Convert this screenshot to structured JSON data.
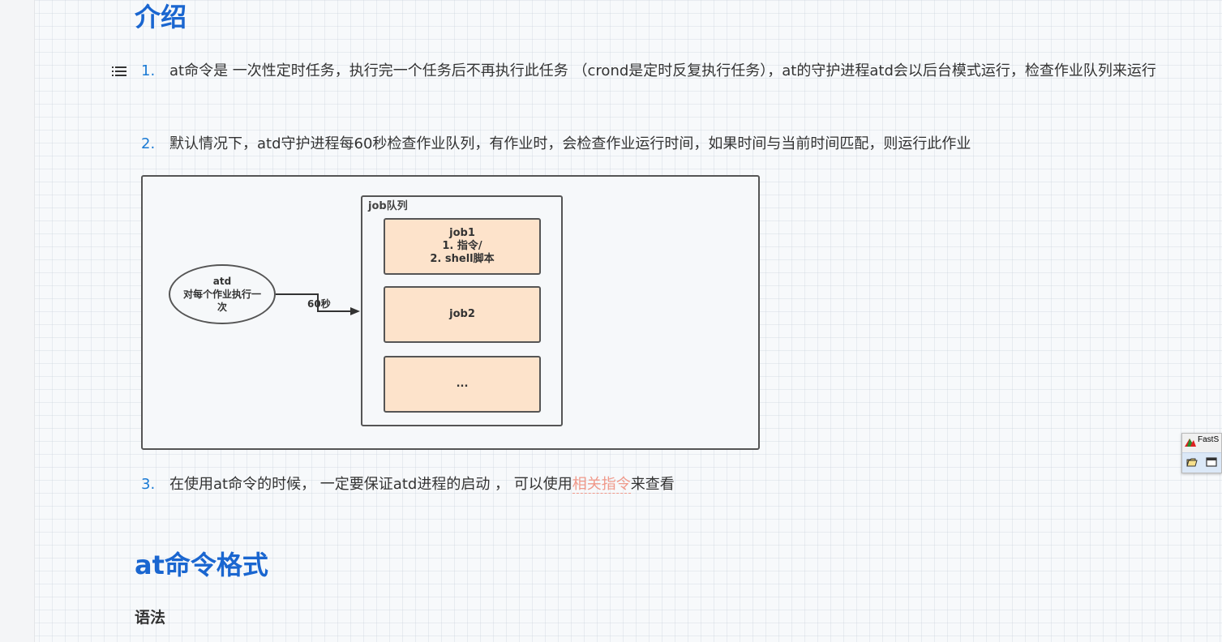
{
  "section1": {
    "title": "介绍"
  },
  "list": [
    {
      "num": "1.",
      "text": "at命令是 一次性定时任务，执行完一个任务后不再执行此任务 （crond是定时反复执行任务），at的守护进程atd会以后台模式运行，检查作业队列来运行"
    },
    {
      "num": "2.",
      "text": "默认情况下，atd守护进程每60秒检查作业队列，有作业时，会检查作业运行时间，如果时间与当前时间匹配，则运行此作业"
    },
    {
      "num": "3.",
      "text_before": "在使用at命令的时候， 一定要保证atd进程的启动 ， 可以使用",
      "link": "相关指令",
      "text_after": "来查看"
    }
  ],
  "diagram": {
    "queue_title": "job队列",
    "job1_lines": [
      "job1",
      "1. 指令/",
      "2. shell脚本"
    ],
    "job2": "job2",
    "job3": "...",
    "atd_lines": [
      "atd",
      "对每个作业执行一",
      "次"
    ],
    "arrow_label": "60秒"
  },
  "section2": {
    "title": "at命令格式"
  },
  "syntax": {
    "title": "语法"
  },
  "widget": {
    "title": "FastS"
  },
  "colors": {
    "heading": "#1a66d0",
    "list_number": "#1a7ad4",
    "link": "#f0998a",
    "job_fill": "#fde3cb"
  }
}
